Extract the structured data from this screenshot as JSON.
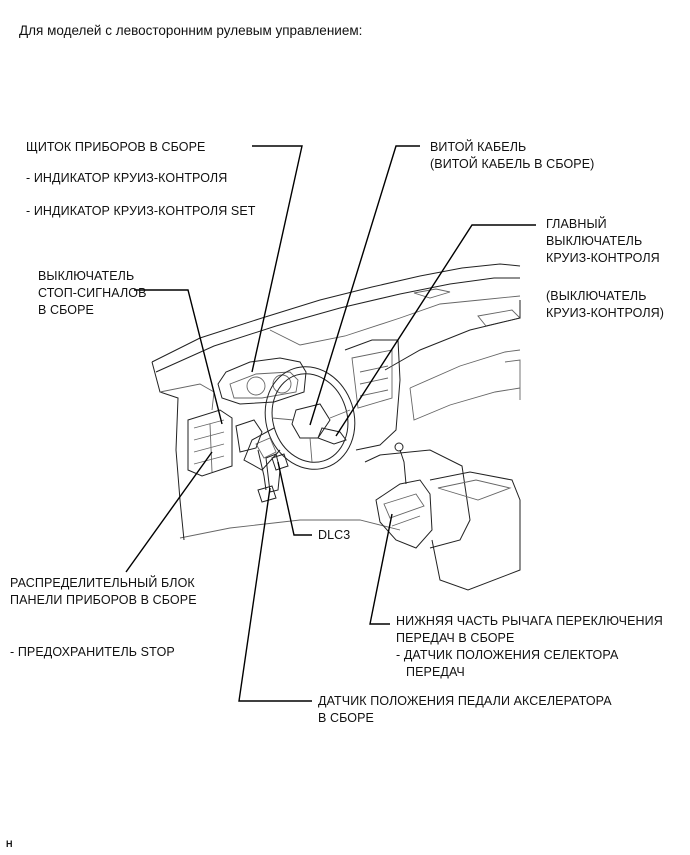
{
  "title": "Для моделей с левосторонним рулевым управлением:",
  "corner_tag": "H",
  "labels": {
    "combination_meter": "ЩИТОК ПРИБОРОВ В СБОРЕ",
    "cruise_indicator": "- ИНДИКАТОР КРУИЗ-КОНТРОЛЯ",
    "cruise_set_indicator": "- ИНДИКАТОР КРУИЗ-КОНТРОЛЯ SET",
    "spiral_cable": [
      "ВИТОЙ КАБЕЛЬ",
      "(ВИТОЙ КАБЕЛЬ В СБОРЕ)"
    ],
    "main_switch": [
      "ГЛАВНЫЙ",
      "ВЫКЛЮЧАТЕЛЬ",
      "КРУИЗ-КОНТРОЛЯ"
    ],
    "main_switch_note": [
      "(ВЫКЛЮЧАТЕЛЬ",
      "КРУИЗ-КОНТРОЛЯ)"
    ],
    "stop_light_switch": [
      "ВЫКЛЮЧАТЕЛЬ",
      "СТОП-СИГНАЛОВ",
      "В СБОРЕ"
    ],
    "dlc3": "DLC3",
    "junction_block": [
      "РАСПРЕДЕЛИТЕЛЬНЫЙ БЛОК",
      "ПАНЕЛИ ПРИБОРОВ В СБОРЕ"
    ],
    "stop_fuse": "- ПРЕДОХРАНИТЕЛЬ STOP",
    "shift_lever": [
      "НИЖНЯЯ ЧАСТЬ РЫЧАГА ПЕРЕКЛЮЧЕНИЯ",
      "ПЕРЕДАЧ В СБОРЕ",
      "- ДАТЧИК ПОЛОЖЕНИЯ СЕЛЕКТОРА",
      "ПЕРЕДАЧ"
    ],
    "accel_sensor": [
      "ДАТЧИК ПОЛОЖЕНИЯ ПЕДАЛИ АКСЕЛЕРАТОРА",
      "В СБОРЕ"
    ]
  }
}
